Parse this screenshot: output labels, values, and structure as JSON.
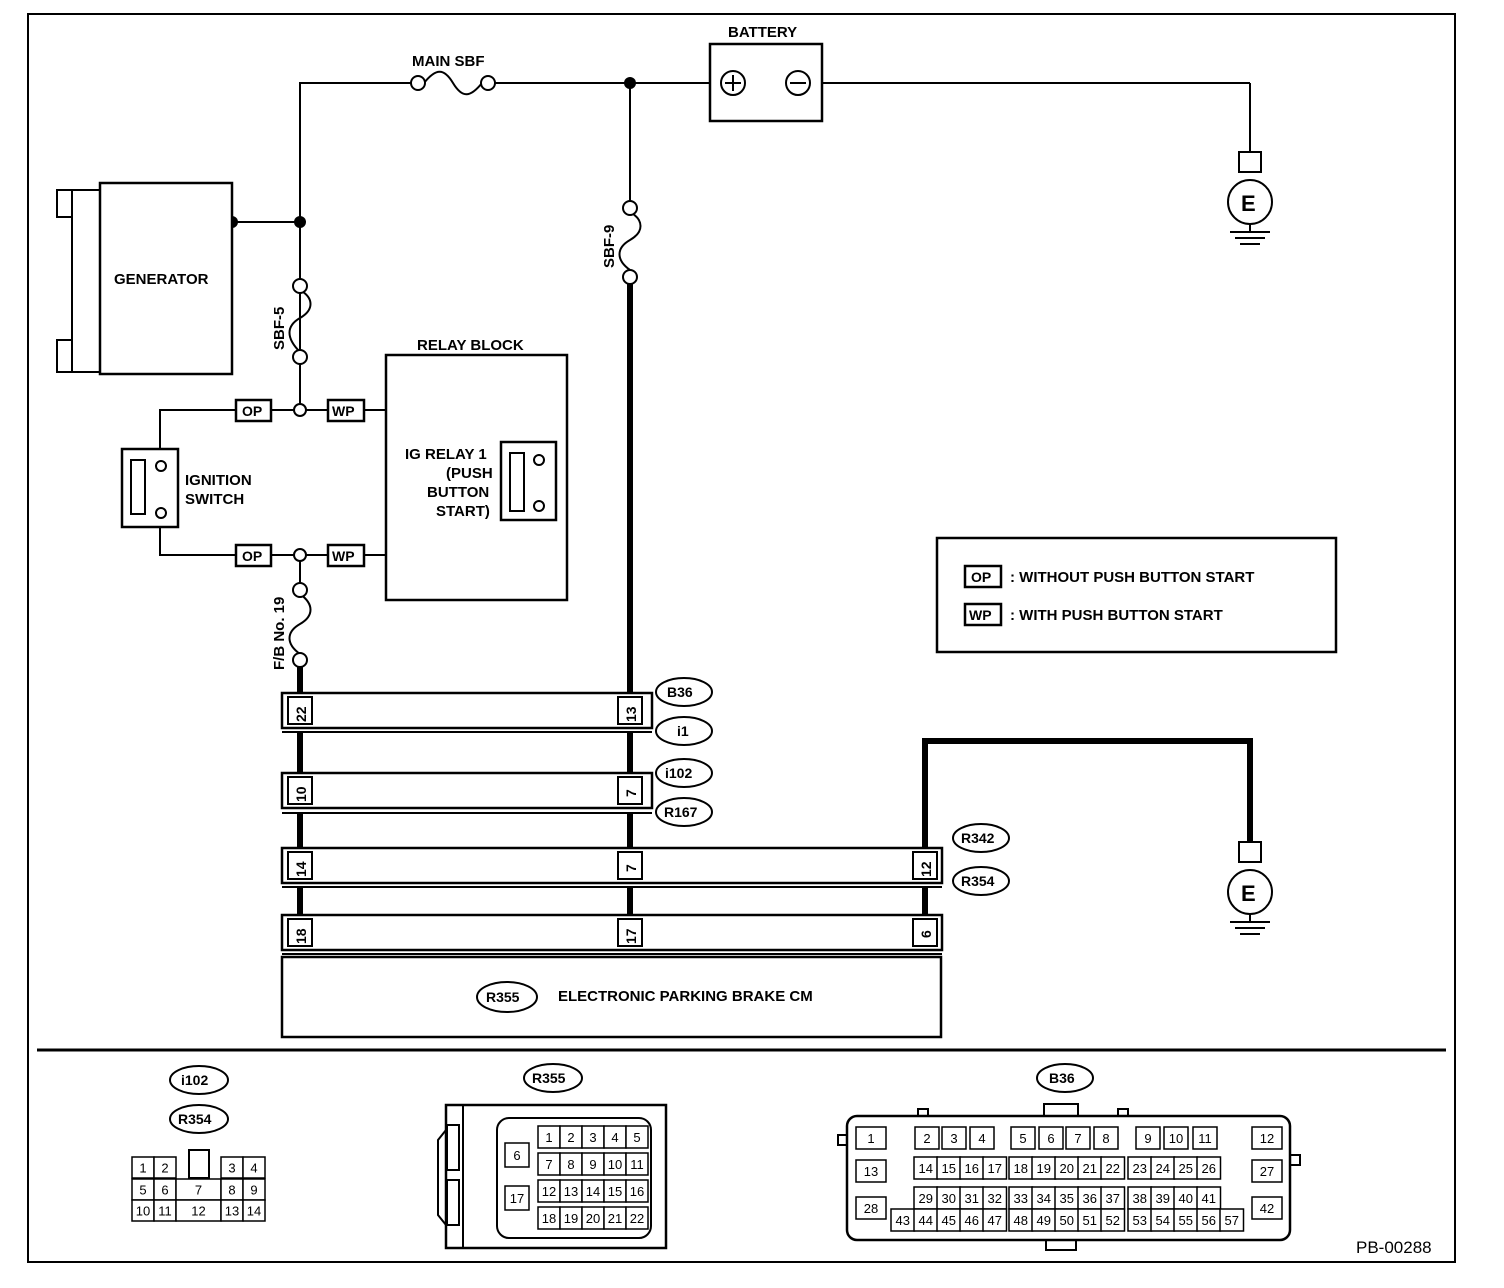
{
  "labels": {
    "battery": "BATTERY",
    "main_sbf": "MAIN SBF",
    "generator": "GENERATOR",
    "sbf5": "SBF-5",
    "sbf9": "SBF-9",
    "relay_block": "RELAY BLOCK",
    "ig_relay": [
      "IG RELAY 1",
      "(PUSH",
      "BUTTON",
      "START)"
    ],
    "ignition_switch": [
      "IGNITION",
      "SWITCH"
    ],
    "fb19": "F/B No. 19",
    "op": "OP",
    "wp": "WP",
    "ground": "E",
    "epb_cm": "ELECTRONIC PARKING BRAKE CM",
    "diagram_code": "PB-00288"
  },
  "legend": [
    {
      "code": "OP",
      "text": ": WITHOUT PUSH BUTTON START"
    },
    {
      "code": "WP",
      "text": ": WITH PUSH BUTTON START"
    }
  ],
  "connectors": {
    "b36": "B36",
    "i1": "i1",
    "i102": "i102",
    "r167": "R167",
    "r342": "R342",
    "r354": "R354",
    "r355": "R355"
  },
  "pins": {
    "row1": [
      "22",
      "13"
    ],
    "row2": [
      "10",
      "7"
    ],
    "row3": [
      "14",
      "7",
      "12"
    ],
    "row4": [
      "18",
      "17",
      "6"
    ]
  },
  "connector_views": {
    "i102_r354": {
      "titles": [
        "i102",
        "R354"
      ],
      "top": [
        "1",
        "2",
        "3",
        "4"
      ],
      "mid": [
        "5",
        "6",
        "7",
        "8",
        "9"
      ],
      "bot": [
        "10",
        "11",
        "12",
        "13",
        "14"
      ]
    },
    "r355": {
      "title": "R355",
      "side": [
        "6",
        "17"
      ],
      "rows": [
        [
          "1",
          "2",
          "3",
          "4",
          "5"
        ],
        [
          "7",
          "8",
          "9",
          "10",
          "11"
        ],
        [
          "12",
          "13",
          "14",
          "15",
          "16"
        ],
        [
          "18",
          "19",
          "20",
          "21",
          "22"
        ]
      ]
    },
    "b36": {
      "title": "B36",
      "left": [
        "1",
        "13",
        "28"
      ],
      "right": [
        "12",
        "27",
        "42"
      ],
      "row1": [
        "2",
        "3",
        "4",
        "5",
        "6",
        "7",
        "8",
        "9",
        "10",
        "11"
      ],
      "row2": [
        "14",
        "15",
        "16",
        "17",
        "18",
        "19",
        "20",
        "21",
        "22",
        "23",
        "24",
        "25",
        "26"
      ],
      "row3": [
        "29",
        "30",
        "31",
        "32",
        "33",
        "34",
        "35",
        "36",
        "37",
        "38",
        "39",
        "40",
        "41"
      ],
      "row4": [
        "43",
        "44",
        "45",
        "46",
        "47",
        "48",
        "49",
        "50",
        "51",
        "52",
        "53",
        "54",
        "55",
        "56",
        "57"
      ]
    }
  }
}
